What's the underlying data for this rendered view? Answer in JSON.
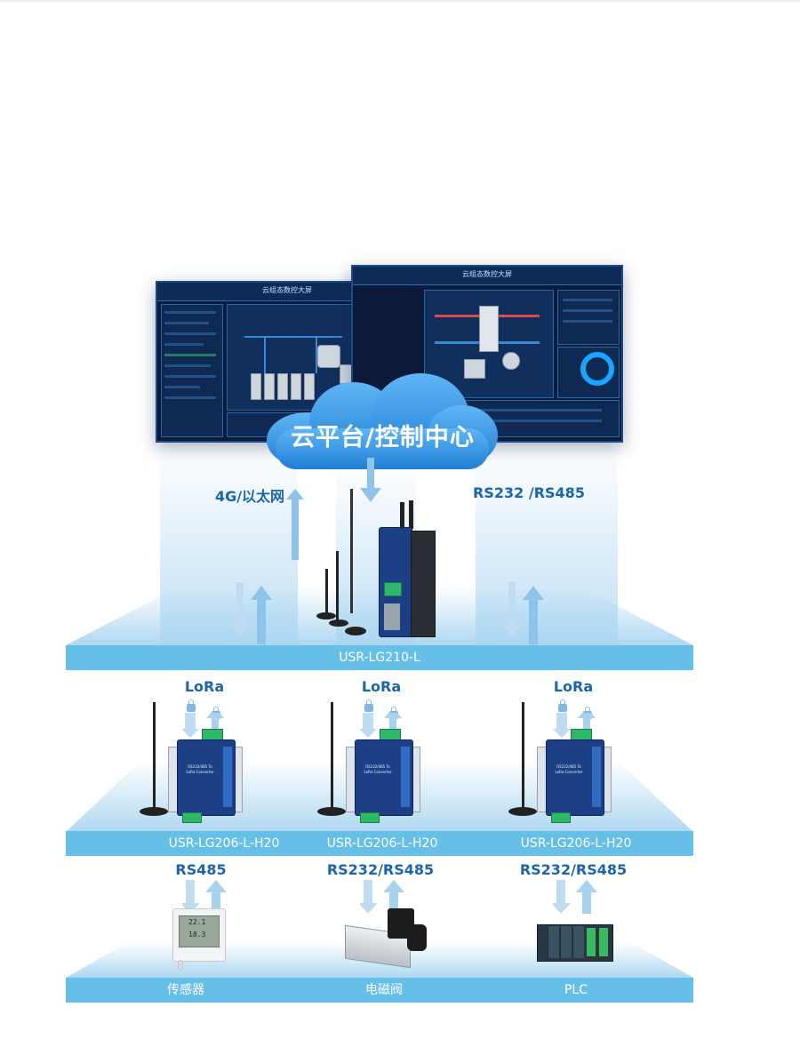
{
  "cloud": {
    "label": "云平台/控制中心",
    "dash_left_title": "云组态数控大屏",
    "dash_right_title": "云组态数控大屏"
  },
  "uplinks": {
    "left_label": "4G/以太网",
    "right_label": "RS232 /RS485"
  },
  "gateway": {
    "model": "USR-LG210-L"
  },
  "nodes": [
    {
      "link": "LoRa",
      "model": "USR-LG206-L-H20",
      "label_top": "RS232/485 To",
      "label_bottom": "LoRa Converter"
    },
    {
      "link": "LoRa",
      "model": "USR-LG206-L-H20",
      "label_top": "RS232/485 To",
      "label_bottom": "LoRa Converter"
    },
    {
      "link": "LoRa",
      "model": "USR-LG206-L-H20",
      "label_top": "RS232/485 To",
      "label_bottom": "LoRa Converter"
    }
  ],
  "field": [
    {
      "protocol": "RS485",
      "device": "传感器",
      "reading_1": "22.1",
      "reading_2": "18.3"
    },
    {
      "protocol": "RS232/RS485",
      "device": "电磁阀"
    },
    {
      "protocol": "RS232/RS485",
      "device": "PLC"
    }
  ],
  "colors": {
    "accent": "#1b66a8",
    "bar": "#66bfe6",
    "cloud": "#2b8de0",
    "arrow": "#a9d2ef"
  },
  "icons": [
    "cloud-icon",
    "lock-icon",
    "double-arrow-icon",
    "antenna-icon"
  ]
}
